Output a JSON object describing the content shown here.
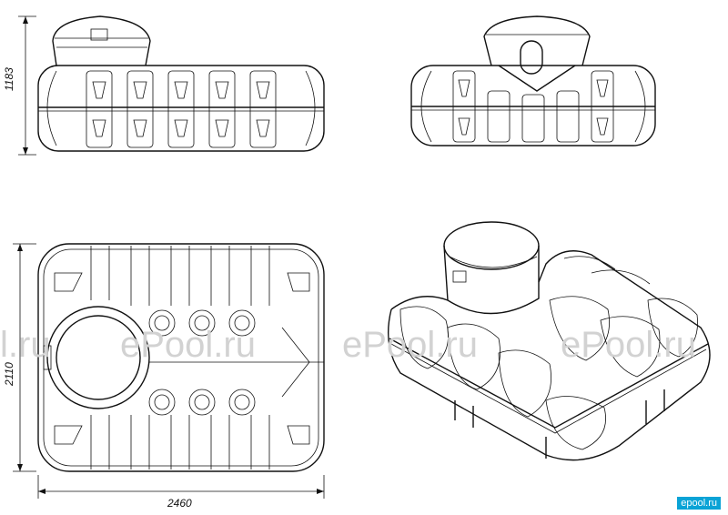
{
  "dimensions": {
    "height": "1183",
    "depth": "2110",
    "width": "2460"
  },
  "watermark": {
    "text_left": "l.ru",
    "text_main": "ePool.ru",
    "brand_badge": "epool.ru",
    "text_color": "#d2d2d2",
    "badge_color": "#0aa3d6"
  },
  "colors": {
    "line": "#111111",
    "background": "#ffffff"
  }
}
